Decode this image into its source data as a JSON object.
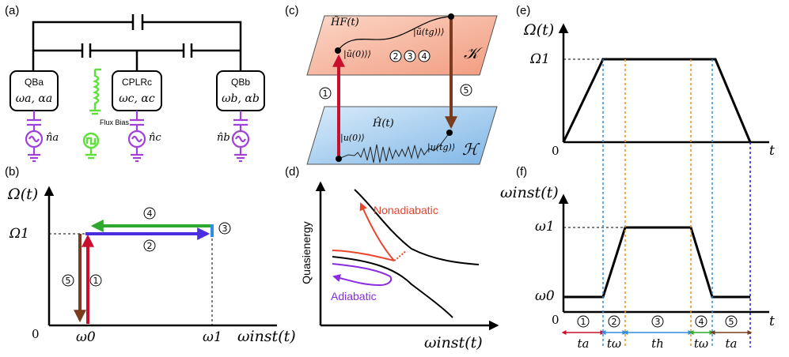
{
  "panels": {
    "a": {
      "label": "(a)",
      "qba": {
        "name": "QBa",
        "params": "ωa, αa"
      },
      "cplr": {
        "name": "CPLRc",
        "params": "ωc, αc"
      },
      "qbb": {
        "name": "QBb",
        "params": "ωb, αb"
      },
      "flux": "Flux Bias",
      "na": "n̂a",
      "nc": "n̂c",
      "nb": "n̂b"
    },
    "b": {
      "label": "(b)",
      "ylabel": "Ω(t)",
      "omega1": "Ω1",
      "xlabel": "ωinst(t)",
      "zero": "0",
      "w0": "ω0",
      "w1": "ω1",
      "steps": [
        "1",
        "2",
        "3",
        "4",
        "5"
      ]
    },
    "c": {
      "label": "(c)",
      "hf": "H̃F(t)",
      "u0t": "|ũ(0)⟩⟩",
      "utg": "|ũ(tg)⟩⟩",
      "K": "𝒦",
      "ht": "Ĥ(t)",
      "u0": "|u(0)⟩",
      "utg2": "|u(tg)⟩",
      "H": "ℋ",
      "steps": [
        "1",
        "2",
        "3",
        "4",
        "5"
      ]
    },
    "d": {
      "label": "(d)",
      "ylabel": "Quasienergy",
      "nonadiabatic": "Nonadiabatic",
      "adiabatic": "Adiabatic",
      "xlabel": "ωinst(t)"
    },
    "e": {
      "label": "(e)",
      "ylabel": "Ω(t)",
      "omega1": "Ω1",
      "zero": "0",
      "xlabel": "t"
    },
    "f": {
      "label": "(f)",
      "ylabel": "ωinst(t)",
      "w1": "ω1",
      "w0": "ω0",
      "zero": "0",
      "xlabel": "t",
      "segments": [
        {
          "num": "1",
          "dur": "ta"
        },
        {
          "num": "2",
          "dur": "tω"
        },
        {
          "num": "3",
          "dur": "th"
        },
        {
          "num": "4",
          "dur": "tω"
        },
        {
          "num": "5",
          "dur": "ta"
        }
      ]
    }
  },
  "colors": {
    "red": "#c8102e",
    "darkred": "#9b1b1b",
    "brown": "#7a3b1e",
    "blue_purple": "#4a2de0",
    "green": "#2ea82e",
    "light_blue": "#2f8de4",
    "orange": "#f0901c",
    "purple": "#a040d8",
    "lime": "#5ee03a",
    "salmon_plane": "#f6b7a1",
    "blue_plane": "#9cc9ee",
    "nonadiabatic_text": "#e8452c",
    "adiabatic_text": "#8a2be2"
  }
}
